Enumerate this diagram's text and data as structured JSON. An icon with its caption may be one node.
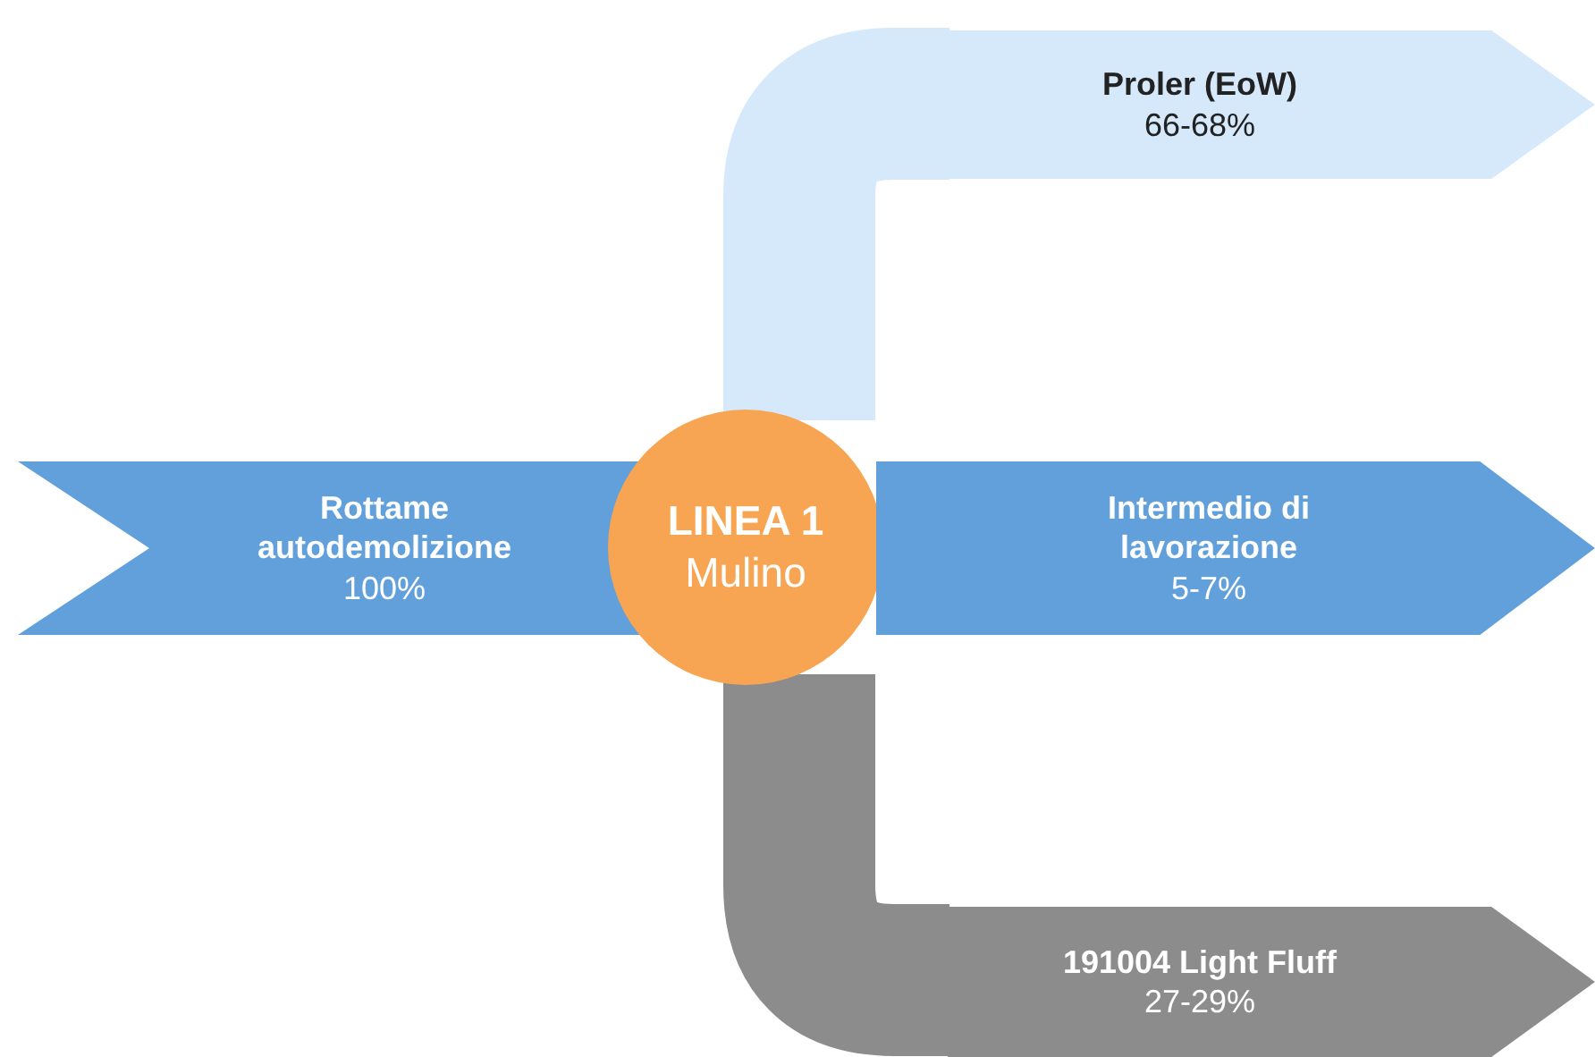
{
  "diagram": {
    "nodes": [
      {
        "text": [
          "Rottame autodemolizione",
          "100%"
        ]
      },
      {
        "text": [
          "LINEA 1",
          "Mulino"
        ]
      },
      {
        "text": [
          "Proler (EoW)",
          "66-68%"
        ]
      },
      {
        "text": [
          "Intermedio di lavorazione",
          "5-7%"
        ]
      },
      {
        "text": [
          "191004 Light Fluff",
          "27-29%"
        ]
      }
    ],
    "edges": [
      {
        "from": 1,
        "to": 2,
        "arrow": "none",
        "color": "#d6e9fb"
      },
      {
        "from": 1,
        "to": 4,
        "arrow": "none",
        "color": "#8c8c8c"
      }
    ]
  }
}
